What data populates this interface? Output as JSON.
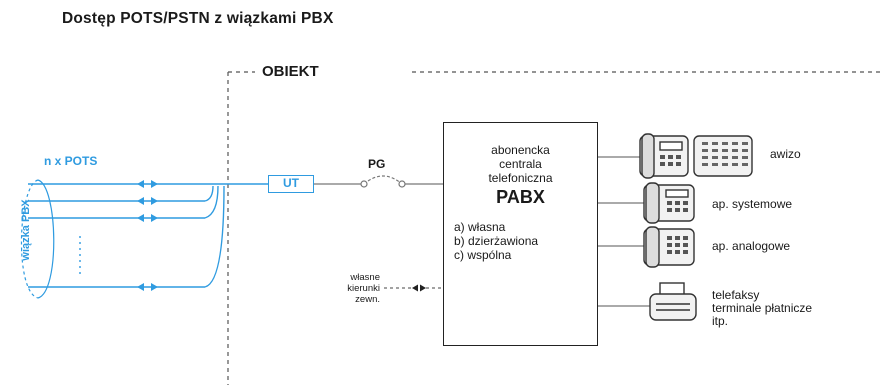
{
  "title": "Dostęp POTS/PSTN z wiązkami PBX",
  "object_label": "OBIEKT",
  "left": {
    "lines_label": "n x POTS",
    "bundle_label": "wiązka PBX"
  },
  "ut_label": "UT",
  "pg_label": "PG",
  "pbx": {
    "desc": [
      "abonencka",
      "centrala",
      "telefoniczna"
    ],
    "name": "PABX",
    "options": [
      "a) własna",
      "b) dzierżawiona",
      "c) wspólna"
    ]
  },
  "external": [
    "własne",
    "kierunki",
    "zewn."
  ],
  "devices": [
    {
      "label": "awizo",
      "icon": "phone-with-console-icon"
    },
    {
      "label": "ap. systemowe",
      "icon": "system-phone-icon"
    },
    {
      "label": "ap. analogowe",
      "icon": "analog-phone-icon"
    },
    {
      "label_lines": [
        "telefaksy",
        "terminale płatnicze",
        "itp."
      ],
      "icon": "fax-icon"
    }
  ],
  "colors": {
    "accent": "#2f9be0",
    "line": "#222222",
    "dashed": "#555555"
  }
}
